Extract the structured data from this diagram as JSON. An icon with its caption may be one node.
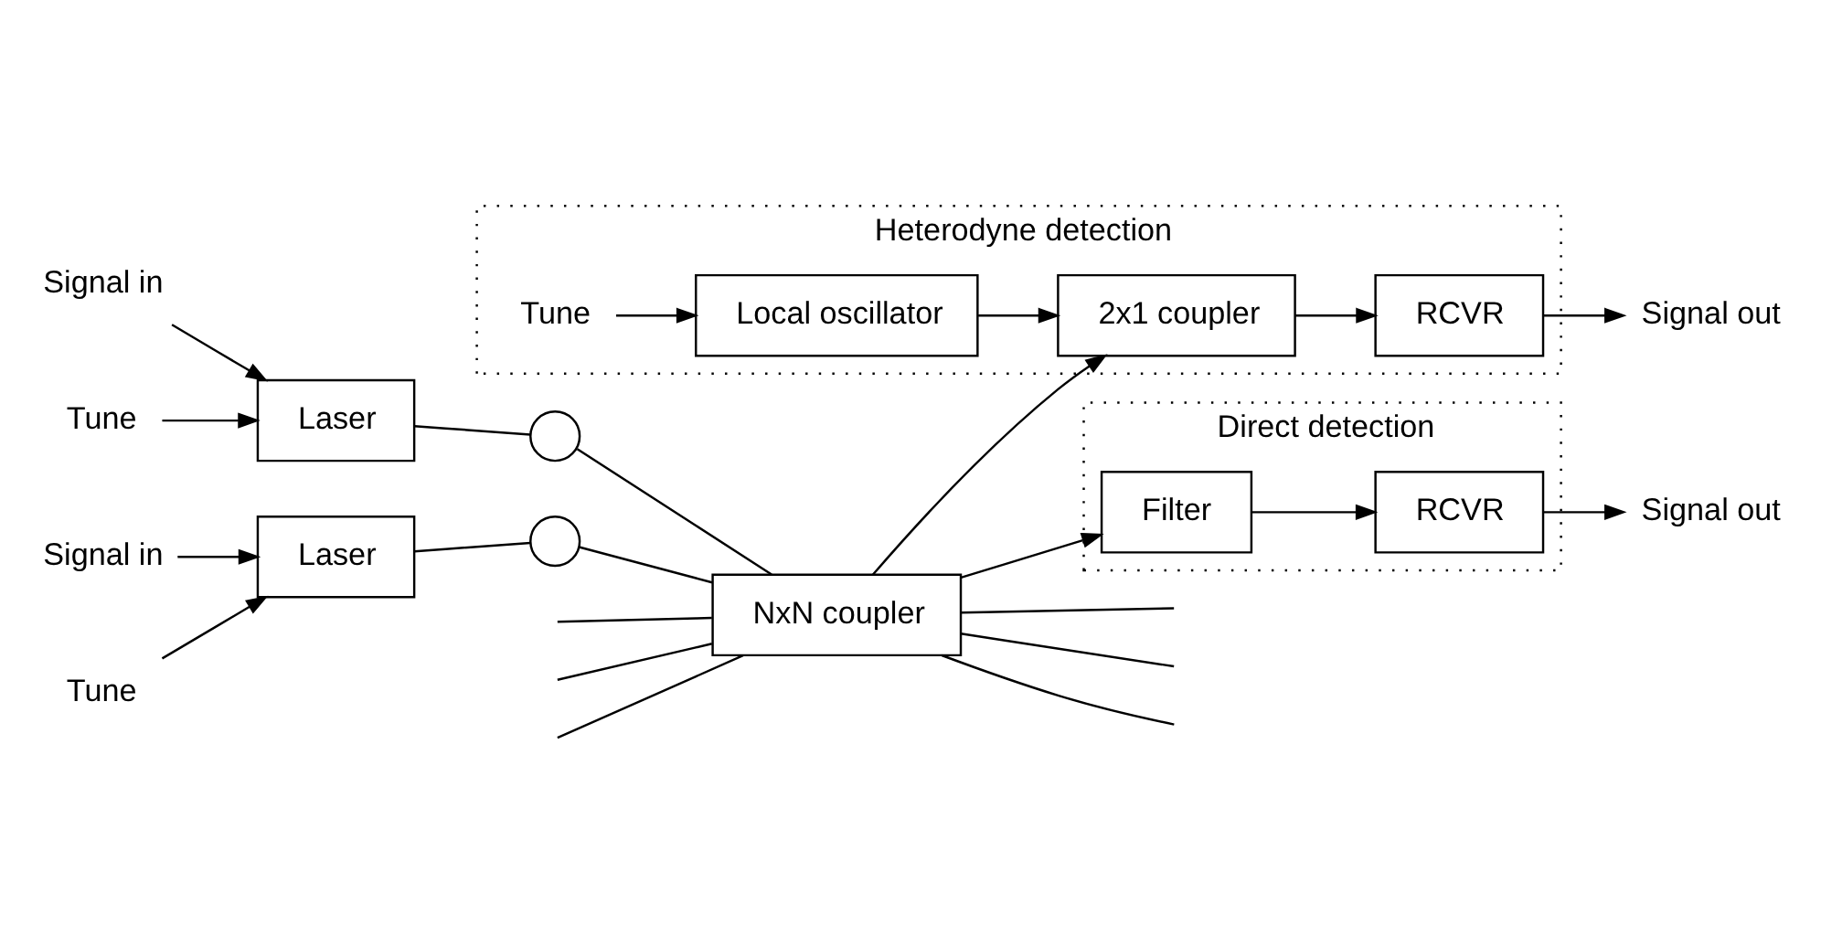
{
  "diagram": {
    "nodes": [
      {
        "text": [
          "Signal in"
        ]
      },
      {
        "text": [
          "Tune"
        ]
      },
      {
        "text": [
          "Laser"
        ]
      },
      {
        "text": [],
        "shape": "circle"
      },
      {
        "text": [
          "Signal in"
        ]
      },
      {
        "text": [
          "Tune"
        ]
      },
      {
        "text": [
          "Laser"
        ]
      },
      {
        "text": [],
        "shape": "circle"
      },
      {
        "text": [
          "NxN coupler"
        ]
      },
      {
        "text": [
          "Direct detection"
        ]
      },
      {
        "text": [
          "Filter"
        ],
        "in": 9
      },
      {
        "text": [
          "RCVR"
        ],
        "in": 9
      },
      {
        "text": [
          "Signal out"
        ]
      },
      {
        "text": [
          "Heterodyne detection"
        ]
      },
      {
        "text": [
          "2x1 coupler"
        ],
        "in": 13
      },
      {
        "text": [
          "RCVR"
        ],
        "in": 13
      },
      {
        "text": [
          "Local oscillator"
        ],
        "in": 13
      },
      {
        "text": [
          "Tune"
        ],
        "in": 13
      },
      {
        "text": [
          "Signal out"
        ]
      }
    ],
    "edges": [
      {
        "from": 0,
        "to": 2,
        "arrow": "to"
      },
      {
        "from": 1,
        "to": 2,
        "arrow": "to"
      },
      {
        "from": 2,
        "to": 3,
        "arrow": "none"
      },
      {
        "from": 3,
        "to": 8,
        "arrow": "none"
      },
      {
        "from": 4,
        "to": 6,
        "arrow": "to"
      },
      {
        "from": 5,
        "to": 6,
        "arrow": "to"
      },
      {
        "from": 6,
        "to": 7,
        "arrow": "none"
      },
      {
        "from": 7,
        "to": 8,
        "arrow": "none"
      },
      {
        "from": null,
        "to": 8,
        "arrow": "none"
      },
      {
        "from": null,
        "to": 8,
        "arrow": "none"
      },
      {
        "from": null,
        "to": 8,
        "arrow": "none"
      },
      {
        "from": 8,
        "to": 10,
        "arrow": "to"
      },
      {
        "from": 10,
        "to": 11,
        "arrow": "to"
      },
      {
        "from": 11,
        "to": 12,
        "arrow": "to"
      },
      {
        "from": 8,
        "to": null,
        "arrow": "none"
      },
      {
        "from": 8,
        "to": null,
        "arrow": "none"
      },
      {
        "from": 8,
        "to": null,
        "arrow": "none"
      },
      {
        "from": 8,
        "to": 14,
        "arrow": "to"
      },
      {
        "from": 14,
        "to": 15,
        "arrow": "to"
      },
      {
        "from": 15,
        "to": 18,
        "arrow": "to"
      },
      {
        "from": 16,
        "to": 14,
        "arrow": "to"
      },
      {
        "from": 17,
        "to": 16,
        "arrow": "to"
      }
    ]
  }
}
